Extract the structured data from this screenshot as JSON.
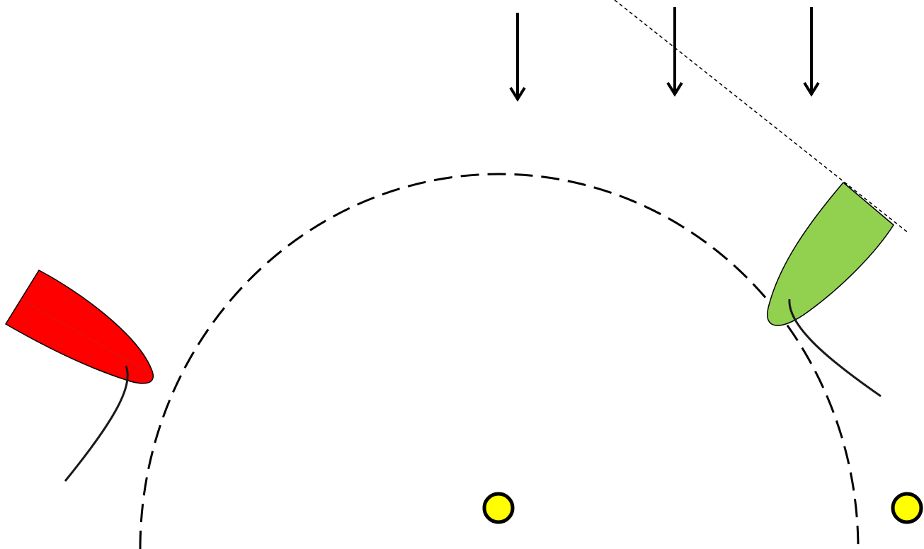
{
  "diagram": {
    "background_color": "#ffffff",
    "stroke_color": "#000000",
    "circle": {
      "style": "dashed"
    },
    "direction_line": {
      "style": "dotted"
    },
    "arrows": [
      {
        "direction": "down"
      },
      {
        "direction": "down"
      },
      {
        "direction": "down"
      }
    ],
    "boats": [
      {
        "color": "#ff0000"
      },
      {
        "color": "#92d050"
      }
    ],
    "markers": [
      {
        "color": "#ffff00"
      },
      {
        "color": "#ffff00"
      }
    ]
  }
}
